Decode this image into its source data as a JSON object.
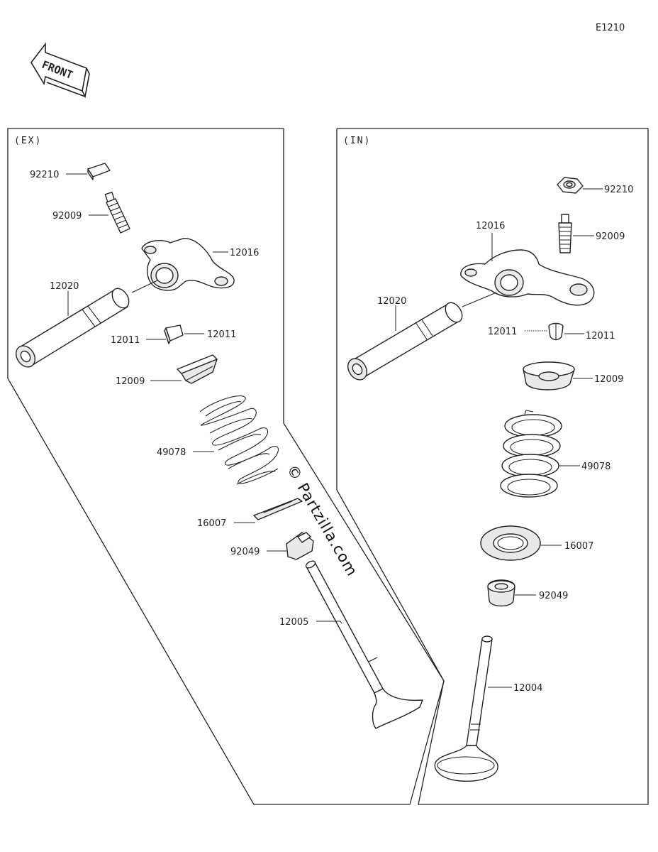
{
  "diagram_code": "E1210",
  "front_label": "FRONT",
  "watermark": "© Partzilla.com",
  "sections": {
    "ex": "(EX)",
    "in": "(IN)"
  },
  "ex_parts": {
    "nut": "92210",
    "adjust_screw": "92009",
    "rocker_arm": "12016",
    "rocker_shaft": "12020",
    "cotter": "12011",
    "retainer": "12009",
    "spring": "49078",
    "seat": "16007",
    "stem_seal": "92049",
    "valve": "12005"
  },
  "in_parts": {
    "nut": "92210",
    "adjust_screw": "92009",
    "rocker_arm": "12016",
    "rocker_shaft": "12020",
    "cotter_left": "12011",
    "cotter_right": "12011",
    "retainer": "12009",
    "spring": "49078",
    "seat": "16007",
    "stem_seal": "92049",
    "valve": "12004"
  }
}
